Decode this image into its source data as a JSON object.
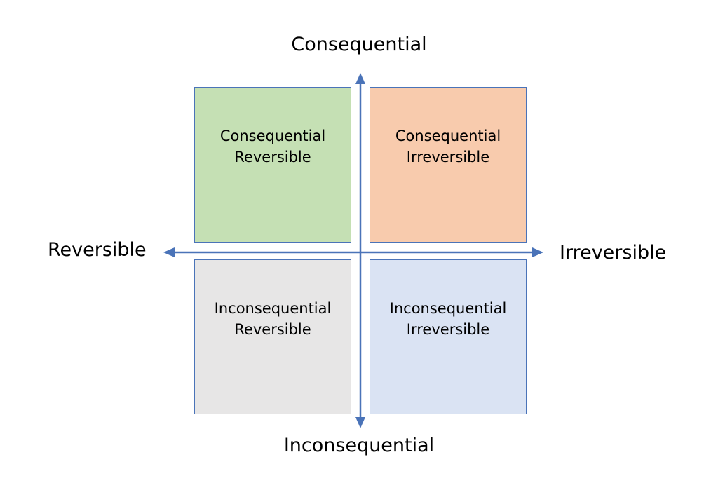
{
  "axes": {
    "top": "Consequential",
    "bottom": "Inconsequential",
    "left": "Reversible",
    "right": "Irreversible",
    "color": "#4a73b8"
  },
  "quadrants": [
    {
      "line1": "Consequential",
      "line2": "Reversible",
      "fill": "#c5e0b4"
    },
    {
      "line1": "Consequential",
      "line2": "Irreversible",
      "fill": "#f8cbad"
    },
    {
      "line1": "Inconsequential",
      "line2": "Reversible",
      "fill": "#e7e6e6"
    },
    {
      "line1": "Inconsequential",
      "line2": "Irreversible",
      "fill": "#dae3f3"
    }
  ]
}
